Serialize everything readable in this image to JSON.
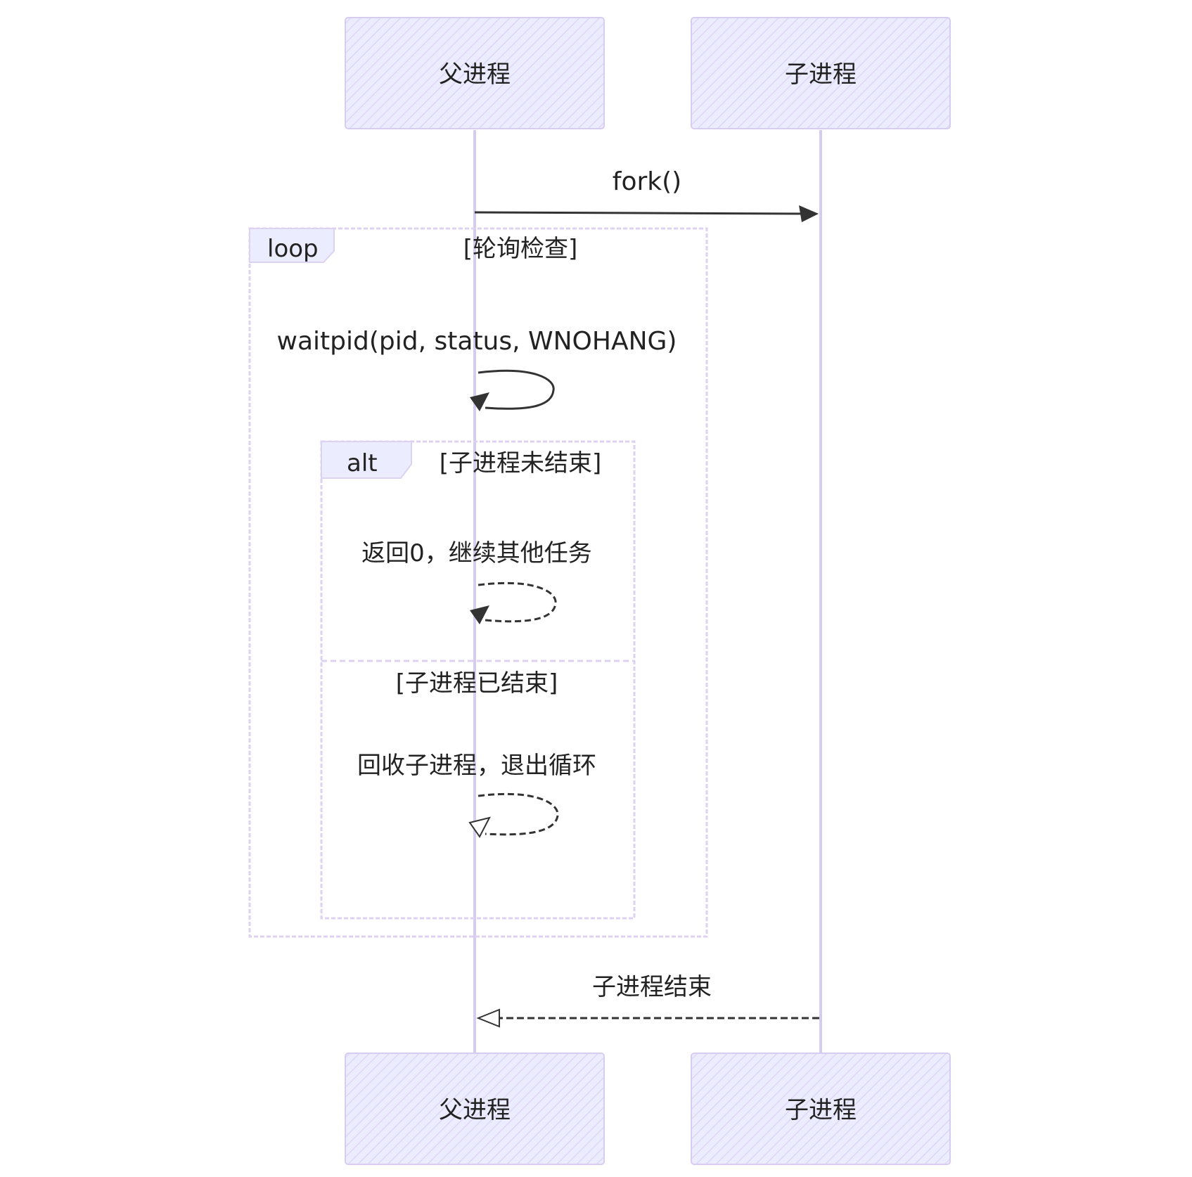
{
  "participants": [
    {
      "id": "parent",
      "label": "父进程"
    },
    {
      "id": "child",
      "label": "子进程"
    }
  ],
  "messages": [
    {
      "id": "fork",
      "from": "parent",
      "to": "child",
      "label": "fork()",
      "style": "solid"
    },
    {
      "id": "waitpid",
      "from": "parent",
      "to": "parent",
      "label": "waitpid(pid, status, WNOHANG)",
      "style": "solid"
    },
    {
      "id": "return0",
      "from": "parent",
      "to": "parent",
      "label": "返回0，继续其他任务",
      "style": "dashed"
    },
    {
      "id": "reap",
      "from": "parent",
      "to": "parent",
      "label": "回收子进程，退出循环",
      "style": "dashed"
    },
    {
      "id": "child_end",
      "from": "child",
      "to": "parent",
      "label": "子进程结束",
      "style": "dashed"
    }
  ],
  "fragments": {
    "loop": {
      "keyword": "loop",
      "condition": "[轮询检查]"
    },
    "alt": {
      "keyword": "alt",
      "condition": "[子进程未结束]",
      "else_condition": "[子进程已结束]"
    }
  },
  "colors": {
    "participant_fill": "#ececff",
    "participant_border": "#d8ccf0",
    "lifeline": "#d6cbf0",
    "fragment_border": "#dcd2f2",
    "line": "#333333",
    "text": "#222222"
  }
}
